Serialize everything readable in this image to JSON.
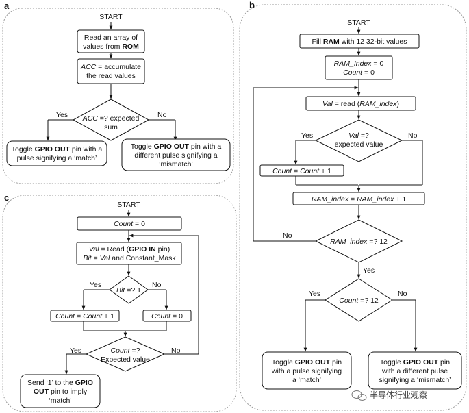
{
  "panel_a": {
    "label": "a",
    "start": "START",
    "read_array": [
      "Read an array of",
      "values from ",
      "ROM"
    ],
    "acc_var": "ACC",
    "acc_rest1": " = accumulate",
    "acc_rest2": "the read values",
    "dec_var": "ACC",
    "dec_rest": " =? expected",
    "dec_line2": "sum",
    "yes": "Yes",
    "no": "No",
    "match_pre": "Toggle ",
    "match_bold": "GPIO OUT",
    "match_post": " pin with a",
    "match_line2": "pulse signifying a ‘match’",
    "mis_pre": "Toggle ",
    "mis_bold": "GPIO OUT",
    "mis_post": " pin with a",
    "mis_line2": "different pulse signifying a",
    "mis_line3": "‘mismatch’"
  },
  "panel_b": {
    "label": "b",
    "start": "START",
    "fill_pre": "Fill ",
    "fill_bold": "RAM",
    "fill_post": " with 12 32-bit values",
    "init_var1": "RAM_Index",
    "init_rest1": " = 0",
    "init_var2": "Count",
    "init_rest2": " = 0",
    "read_var": "Val",
    "read_mid": " = read (",
    "read_arg": "RAM_index",
    "read_end": ")",
    "dec1_var": "Val",
    "dec1_rest": " =?",
    "dec1_line2": "expected value",
    "yes": "Yes",
    "no": "No",
    "inc_var1": "Count",
    "inc_mid": " = ",
    "inc_var2": "Count",
    "inc_end": " + 1",
    "idx_var1": "RAM_index",
    "idx_mid": " = ",
    "idx_var2": "RAM_index",
    "idx_end": " + 1",
    "dec2_var": "RAM_index",
    "dec2_rest": " =? 12",
    "no2": "No",
    "yes2": "Yes",
    "dec3_var": "Count",
    "dec3_rest": " =? 12",
    "yes3": "Yes",
    "no3": "No",
    "match_pre": "Toggle ",
    "match_bold": "GPIO OUT",
    "match_post": " pin",
    "match_line2": "with a pulse signifying",
    "match_line3": "a ‘match’",
    "mis_pre": "Toggle ",
    "mis_bold": "GPIO OUT",
    "mis_post": " pin",
    "mis_line2": "with a different pulse",
    "mis_line3": "signifying a ‘mismatch’"
  },
  "panel_c": {
    "label": "c",
    "start": "START",
    "init_var": "Count",
    "init_rest": " = 0",
    "read_var": "Val",
    "read_mid": " = Read (",
    "read_bold": "GPIO IN",
    "read_end": " pin)",
    "bit_var": "Bit",
    "bit_mid": " = ",
    "bit_var2": "Val",
    "bit_end": " and Constant_Mask",
    "dec1_var": "Bit",
    "dec1_rest": " =? 1",
    "yes": "Yes",
    "no": "No",
    "inc_var1": "Count",
    "inc_mid": " = ",
    "inc_var2": "Count",
    "inc_end": " + 1",
    "reset_var": "Count",
    "reset_rest": " = 0",
    "dec2_var": "Count",
    "dec2_rest": " =?",
    "dec2_line2": "Expected value",
    "yes2": "Yes",
    "no2": "No",
    "send_pre": "Send ‘1’ to the ",
    "send_bold": "GPIO",
    "send_bold2": "OUT",
    "send_post": " pin to imply",
    "send_line3": "‘match’"
  },
  "watermark": {
    "text": "半导体行业观察",
    "icon": "wechat-icon"
  }
}
